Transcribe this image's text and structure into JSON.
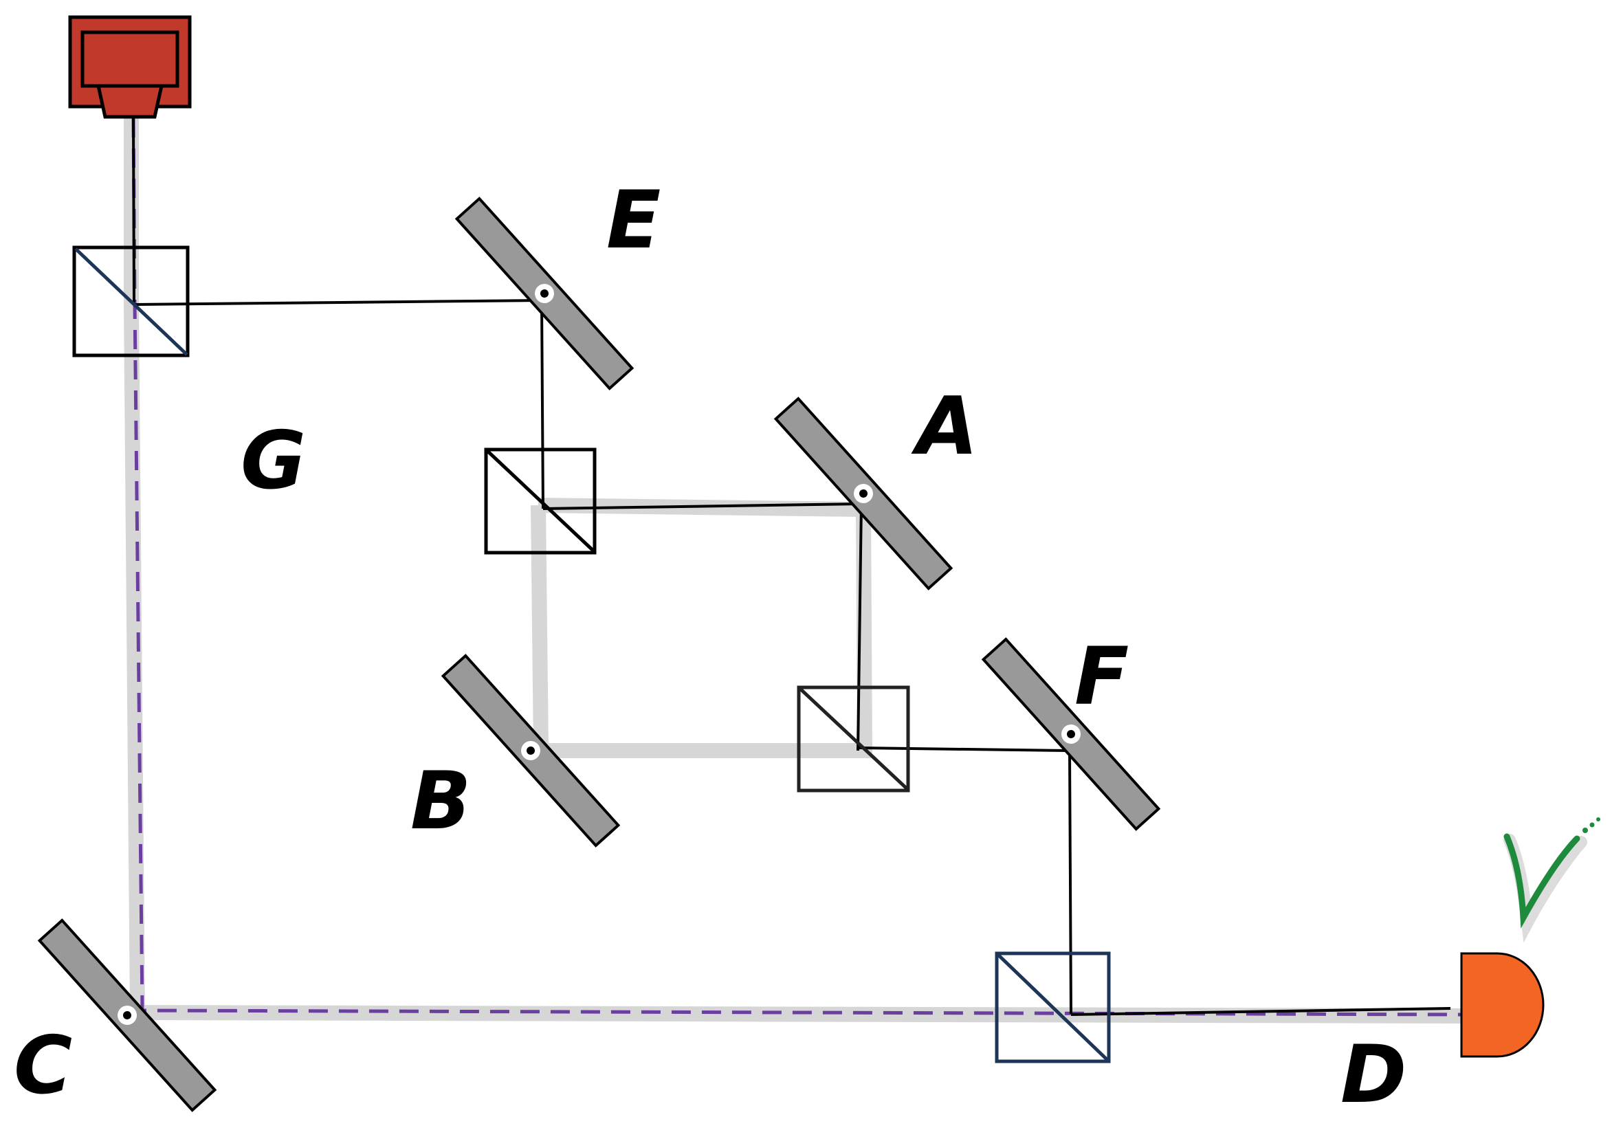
{
  "labels": {
    "A": "A",
    "B": "B",
    "C": "C",
    "D": "D",
    "E": "E",
    "F": "F",
    "G": "G"
  },
  "colors": {
    "laser_fill": "#c0392b",
    "detector_fill": "#f26522",
    "mirror_fill": "#999999",
    "wide_beam": "#d6d6d6",
    "dashed_beam": "#6b3fa0",
    "thin_beam": "#000000",
    "dark_cube": "#1d3557",
    "checkmark": "#1e8a3c"
  },
  "icons": {
    "source": "laser-source-icon",
    "detector": "detector-icon",
    "check": "checkmark-icon"
  }
}
